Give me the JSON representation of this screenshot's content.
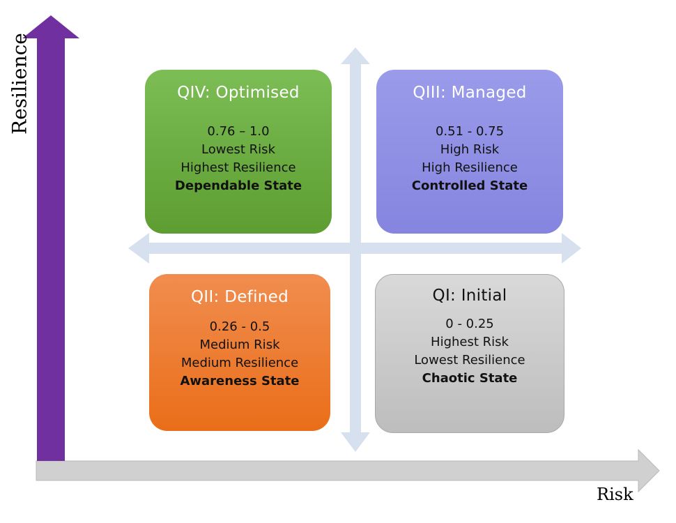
{
  "axes": {
    "y_label": "Resilience",
    "x_label": "Risk"
  },
  "colors": {
    "y_axis_arrow": "#7030a0",
    "x_axis_arrow": "#d0d0d0",
    "cross_arrows": "#d6e0ef",
    "q4": "#6aad42",
    "q3": "#8f90e6",
    "q2": "#ed7d31",
    "q1": "#cfcfcf"
  },
  "quadrants": {
    "q4": {
      "title": "QIV: Optimised",
      "range": "0.76 – 1.0",
      "risk": "Lowest Risk",
      "resilience": "Highest Resilience",
      "state": "Dependable State"
    },
    "q3": {
      "title": "QIII: Managed",
      "range": "0.51 - 0.75",
      "risk": "High Risk",
      "resilience": "High Resilience",
      "state": "Controlled State"
    },
    "q2": {
      "title": "QII: Defined",
      "range": "0.26 - 0.5",
      "risk": "Medium Risk",
      "resilience": "Medium Resilience",
      "state": "Awareness State"
    },
    "q1": {
      "title": "QI: Initial",
      "range": "0 - 0.25",
      "risk": "Highest Risk",
      "resilience": "Lowest Resilience",
      "state": "Chaotic State"
    }
  }
}
